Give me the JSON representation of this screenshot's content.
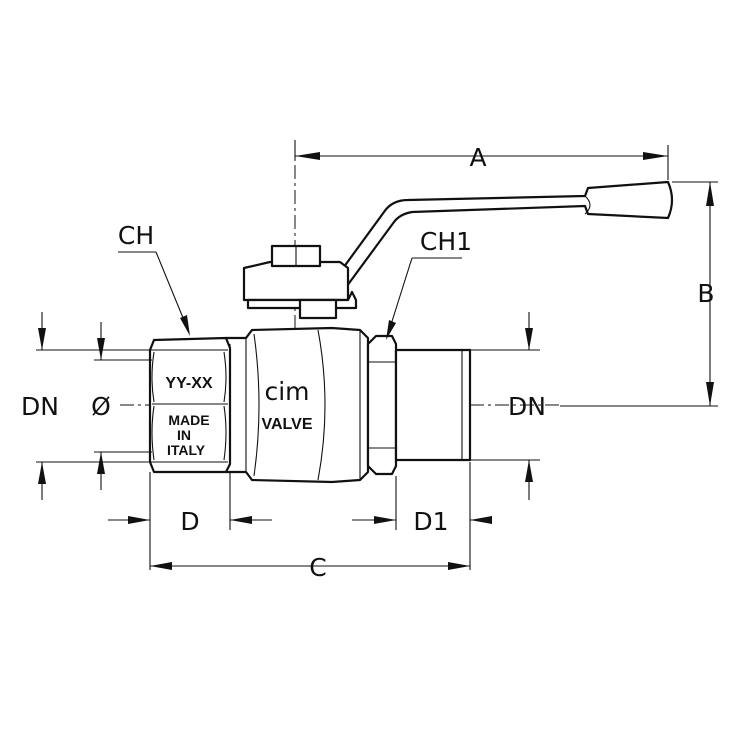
{
  "dimensions": {
    "A": "A",
    "B": "B",
    "C": "C",
    "D": "D",
    "D1": "D1",
    "CH": "CH",
    "CH1": "CH1",
    "DN_left": "DN",
    "DN_right": "DN",
    "diameter": "Ø"
  },
  "markings": {
    "hex_top": "YY-XX",
    "hex_made": "MADE",
    "hex_in": "IN",
    "hex_italy": "ITALY",
    "brand": "cim",
    "body_text": "VALVE"
  }
}
